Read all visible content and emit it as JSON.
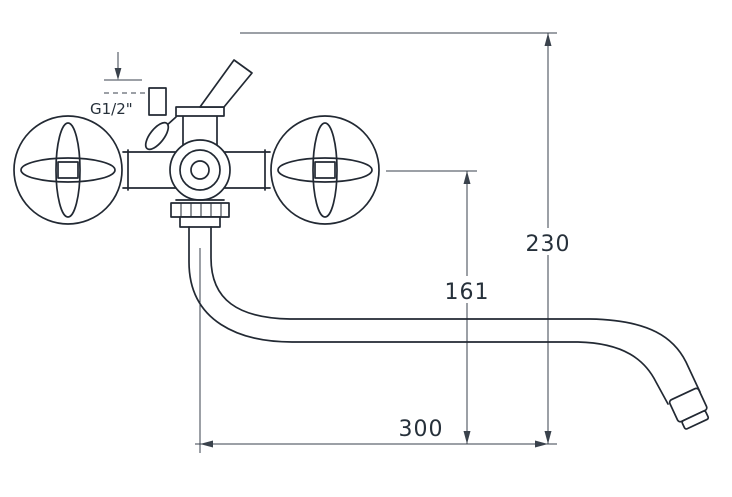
{
  "page": {
    "background": "#ffffff",
    "line_color": "#222933"
  },
  "drawing": {
    "title": "Technical dimension drawing of a wall-mounted two-handle mixer faucet with S-shaped swivel spout",
    "labels": {
      "thread": "G1/2\"",
      "overall_height_mm": "230",
      "center_to_spout_end_mm": "161",
      "spout_reach_mm": "300"
    }
  }
}
